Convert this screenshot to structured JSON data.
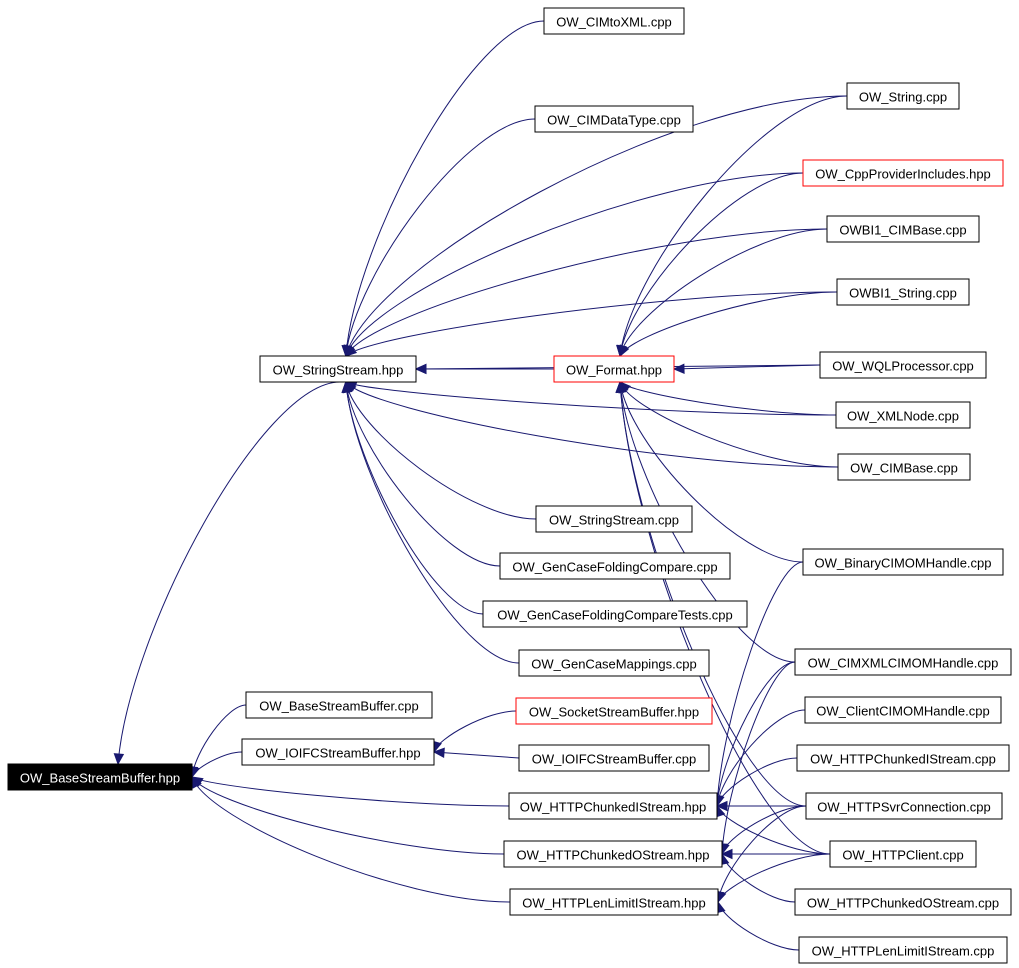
{
  "colors": {
    "edge": "#191970",
    "root_fill": "#000000",
    "root_text": "#ffffff",
    "highlight_border": "#ff0000",
    "border": "#000000"
  },
  "nodes": [
    {
      "id": "root",
      "label": "OW_BaseStreamBuffer.hpp",
      "style": "root"
    },
    {
      "id": "stringstream_hpp",
      "label": "OW_StringStream.hpp"
    },
    {
      "id": "format_hpp",
      "label": "OW_Format.hpp",
      "style": "red"
    },
    {
      "id": "cimtoxml_cpp",
      "label": "OW_CIMtoXML.cpp"
    },
    {
      "id": "string_cpp",
      "label": "OW_String.cpp"
    },
    {
      "id": "cimdatatype_cpp",
      "label": "OW_CIMDataType.cpp"
    },
    {
      "id": "cppproviderincludes_hpp",
      "label": "OW_CppProviderIncludes.hpp",
      "style": "red"
    },
    {
      "id": "owbi1_cimbase_cpp",
      "label": "OWBI1_CIMBase.cpp"
    },
    {
      "id": "owbi1_string_cpp",
      "label": "OWBI1_String.cpp"
    },
    {
      "id": "wqlprocessor_cpp",
      "label": "OW_WQLProcessor.cpp"
    },
    {
      "id": "xmlnode_cpp",
      "label": "OW_XMLNode.cpp"
    },
    {
      "id": "cimbase_cpp",
      "label": "OW_CIMBase.cpp"
    },
    {
      "id": "stringstream_cpp",
      "label": "OW_StringStream.cpp"
    },
    {
      "id": "gencasefoldingcompare_cpp",
      "label": "OW_GenCaseFoldingCompare.cpp"
    },
    {
      "id": "gencasefoldingcomparetests_cpp",
      "label": "OW_GenCaseFoldingCompareTests.cpp"
    },
    {
      "id": "gencasemappings_cpp",
      "label": "OW_GenCaseMappings.cpp"
    },
    {
      "id": "binarycimomhandle_cpp",
      "label": "OW_BinaryCIMOMHandle.cpp"
    },
    {
      "id": "cimxmlcimomhandle_cpp",
      "label": "OW_CIMXMLCIMOMHandle.cpp"
    },
    {
      "id": "clientcimomhandle_cpp",
      "label": "OW_ClientCIMOMHandle.cpp"
    },
    {
      "id": "basestreambuffer_cpp",
      "label": "OW_BaseStreamBuffer.cpp"
    },
    {
      "id": "socketstreambuffer_hpp",
      "label": "OW_SocketStreamBuffer.hpp",
      "style": "red"
    },
    {
      "id": "ioifcstreambuffer_hpp",
      "label": "OW_IOIFCStreamBuffer.hpp"
    },
    {
      "id": "ioifcstreambuffer_cpp",
      "label": "OW_IOIFCStreamBuffer.cpp"
    },
    {
      "id": "httpchunkedistream_hpp",
      "label": "OW_HTTPChunkedIStream.hpp"
    },
    {
      "id": "httpchunkedistream_cpp",
      "label": "OW_HTTPChunkedIStream.cpp"
    },
    {
      "id": "httpsvrconnection_cpp",
      "label": "OW_HTTPSvrConnection.cpp"
    },
    {
      "id": "httpchunkedostream_hpp",
      "label": "OW_HTTPChunkedOStream.hpp"
    },
    {
      "id": "httpclient_cpp",
      "label": "OW_HTTPClient.cpp"
    },
    {
      "id": "httplenlimitistream_hpp",
      "label": "OW_HTTPLenLimitIStream.hpp"
    },
    {
      "id": "httpchunkedostream_cpp",
      "label": "OW_HTTPChunkedOStream.cpp"
    },
    {
      "id": "httplenlimitistream_cpp",
      "label": "OW_HTTPLenLimitIStream.cpp"
    }
  ],
  "edges": [
    {
      "from": "cimtoxml_cpp",
      "to": "stringstream_hpp"
    },
    {
      "from": "string_cpp",
      "to": "stringstream_hpp"
    },
    {
      "from": "cimdatatype_cpp",
      "to": "stringstream_hpp"
    },
    {
      "from": "cppproviderincludes_hpp",
      "to": "stringstream_hpp"
    },
    {
      "from": "owbi1_cimbase_cpp",
      "to": "stringstream_hpp"
    },
    {
      "from": "owbi1_string_cpp",
      "to": "stringstream_hpp"
    },
    {
      "from": "wqlprocessor_cpp",
      "to": "stringstream_hpp"
    },
    {
      "from": "format_hpp",
      "to": "stringstream_hpp"
    },
    {
      "from": "xmlnode_cpp",
      "to": "stringstream_hpp"
    },
    {
      "from": "cimbase_cpp",
      "to": "stringstream_hpp"
    },
    {
      "from": "stringstream_cpp",
      "to": "stringstream_hpp"
    },
    {
      "from": "gencasefoldingcompare_cpp",
      "to": "stringstream_hpp"
    },
    {
      "from": "gencasefoldingcomparetests_cpp",
      "to": "stringstream_hpp"
    },
    {
      "from": "gencasemappings_cpp",
      "to": "stringstream_hpp"
    },
    {
      "from": "string_cpp",
      "to": "format_hpp"
    },
    {
      "from": "cppproviderincludes_hpp",
      "to": "format_hpp"
    },
    {
      "from": "owbi1_cimbase_cpp",
      "to": "format_hpp"
    },
    {
      "from": "owbi1_string_cpp",
      "to": "format_hpp"
    },
    {
      "from": "wqlprocessor_cpp",
      "to": "format_hpp"
    },
    {
      "from": "xmlnode_cpp",
      "to": "format_hpp"
    },
    {
      "from": "cimbase_cpp",
      "to": "format_hpp"
    },
    {
      "from": "binarycimomhandle_cpp",
      "to": "format_hpp"
    },
    {
      "from": "cimxmlcimomhandle_cpp",
      "to": "format_hpp"
    },
    {
      "from": "httpsvrconnection_cpp",
      "to": "format_hpp"
    },
    {
      "from": "httpclient_cpp",
      "to": "format_hpp"
    },
    {
      "from": "stringstream_hpp",
      "to": "root"
    },
    {
      "from": "basestreambuffer_cpp",
      "to": "root"
    },
    {
      "from": "ioifcstreambuffer_hpp",
      "to": "root"
    },
    {
      "from": "httpchunkedistream_hpp",
      "to": "root"
    },
    {
      "from": "httpchunkedostream_hpp",
      "to": "root"
    },
    {
      "from": "httplenlimitistream_hpp",
      "to": "root"
    },
    {
      "from": "socketstreambuffer_hpp",
      "to": "ioifcstreambuffer_hpp"
    },
    {
      "from": "ioifcstreambuffer_cpp",
      "to": "ioifcstreambuffer_hpp"
    },
    {
      "from": "binarycimomhandle_cpp",
      "to": "httpchunkedistream_hpp"
    },
    {
      "from": "cimxmlcimomhandle_cpp",
      "to": "httpchunkedistream_hpp"
    },
    {
      "from": "clientcimomhandle_cpp",
      "to": "httpchunkedistream_hpp"
    },
    {
      "from": "httpchunkedistream_cpp",
      "to": "httpchunkedistream_hpp"
    },
    {
      "from": "httpsvrconnection_cpp",
      "to": "httpchunkedistream_hpp"
    },
    {
      "from": "httpclient_cpp",
      "to": "httpchunkedistream_hpp"
    },
    {
      "from": "cimxmlcimomhandle_cpp",
      "to": "httpchunkedostream_hpp"
    },
    {
      "from": "httpsvrconnection_cpp",
      "to": "httpchunkedostream_hpp"
    },
    {
      "from": "httpclient_cpp",
      "to": "httpchunkedostream_hpp"
    },
    {
      "from": "httpchunkedostream_cpp",
      "to": "httpchunkedostream_hpp"
    },
    {
      "from": "httpsvrconnection_cpp",
      "to": "httplenlimitistream_hpp"
    },
    {
      "from": "httpclient_cpp",
      "to": "httplenlimitistream_hpp"
    },
    {
      "from": "httplenlimitistream_cpp",
      "to": "httplenlimitistream_hpp"
    }
  ]
}
